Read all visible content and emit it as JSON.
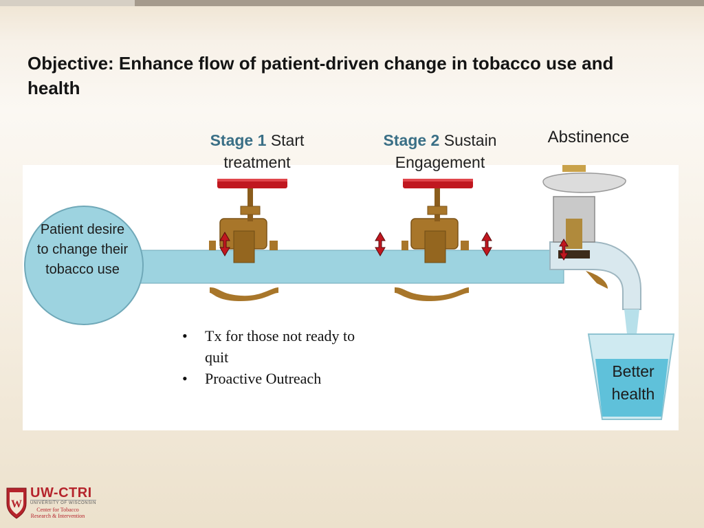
{
  "slide": {
    "title": "Objective: Enhance flow of patient-driven change in tobacco use and health"
  },
  "diagram": {
    "source_label": "Patient desire to change their tobacco use",
    "stage1": {
      "number": "Stage 1",
      "text_line1": "Start",
      "text_line2": "treatment"
    },
    "stage2": {
      "number": "Stage 2",
      "text_line1": "Sustain",
      "text_line2": "Engagement"
    },
    "faucet_label": "Abstinence",
    "outcome_label_line1": "Better",
    "outcome_label_line2": "health",
    "bullets": [
      "Tx for those not ready to quit",
      "Proactive Outreach"
    ]
  },
  "logo": {
    "name": "UW-CTRI",
    "university": "UNIVERSITY OF WISCONSIN",
    "center": "Center for Tobacco Research & Intervention"
  },
  "colors": {
    "pipe": "#9dd3e0",
    "pipe_stroke": "#6fa8b8",
    "valve": "#a8762a",
    "handwheel": "#c0171f",
    "arrow": "#c0171f",
    "stage_number": "#3a6f86",
    "logo_red": "#b5242c"
  }
}
